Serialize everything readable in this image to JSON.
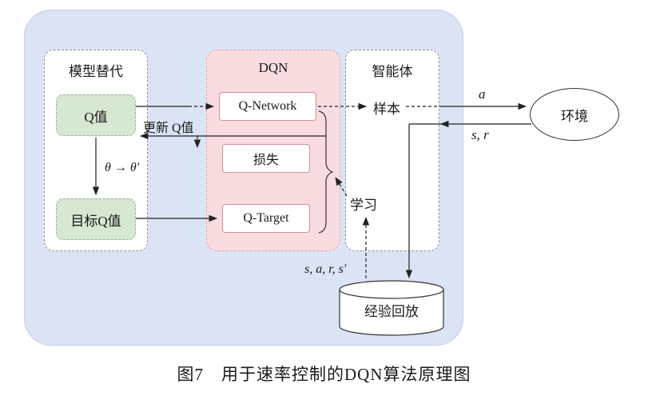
{
  "figure": {
    "caption": "图7　用于速率控制的DQN算法原理图"
  },
  "groups": {
    "model": {
      "title": "模型替代",
      "q_value": "Q值",
      "target_q_value": "目标Q值",
      "theta_update": "θ → θ′"
    },
    "dqn": {
      "title": "DQN",
      "q_network": "Q-Network",
      "loss": "损失",
      "q_target": "Q-Target"
    },
    "agent": {
      "title": "智能体",
      "sample": "样本"
    }
  },
  "nodes": {
    "environment": "环境",
    "replay_buffer": "经验回放"
  },
  "edge_labels": {
    "update_q": "更新 Q值",
    "learn": "学习",
    "action": "a",
    "state_reward": "s, r",
    "transition": "s, a, r, s′"
  },
  "colors": {
    "outer_background": "#dbe4f4",
    "dqn_background": "#f9dce0",
    "dqn_border": "#e2a2ac",
    "q_value_background": "#d6e7d2",
    "q_value_border": "#96ba90",
    "inner_box_border": "#cf8f97",
    "dashed_gray": "#8f8f8f",
    "line": "#222222"
  }
}
